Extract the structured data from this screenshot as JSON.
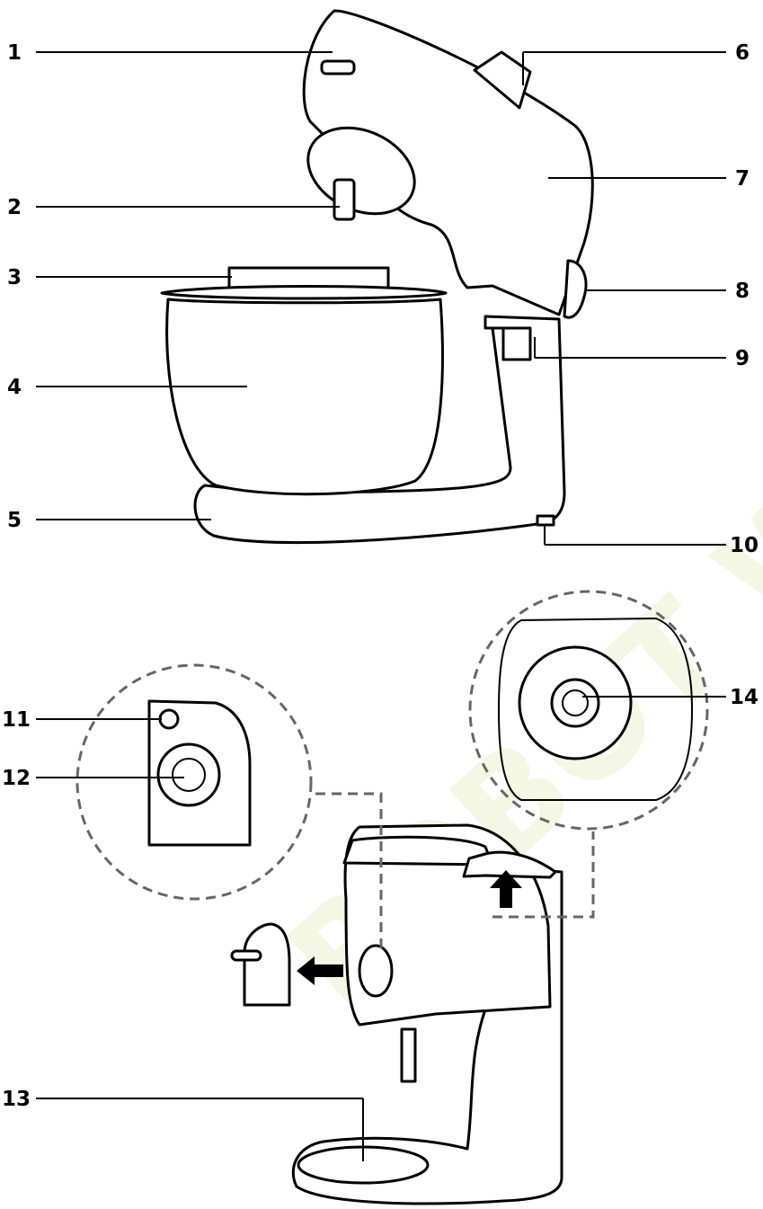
{
  "watermark": "ROBOT WORLD",
  "callouts": [
    {
      "num": "1"
    },
    {
      "num": "2"
    },
    {
      "num": "3"
    },
    {
      "num": "4"
    },
    {
      "num": "5"
    },
    {
      "num": "6"
    },
    {
      "num": "7"
    },
    {
      "num": "8"
    },
    {
      "num": "9"
    },
    {
      "num": "10"
    },
    {
      "num": "11"
    },
    {
      "num": "12"
    },
    {
      "num": "13"
    },
    {
      "num": "14"
    }
  ]
}
